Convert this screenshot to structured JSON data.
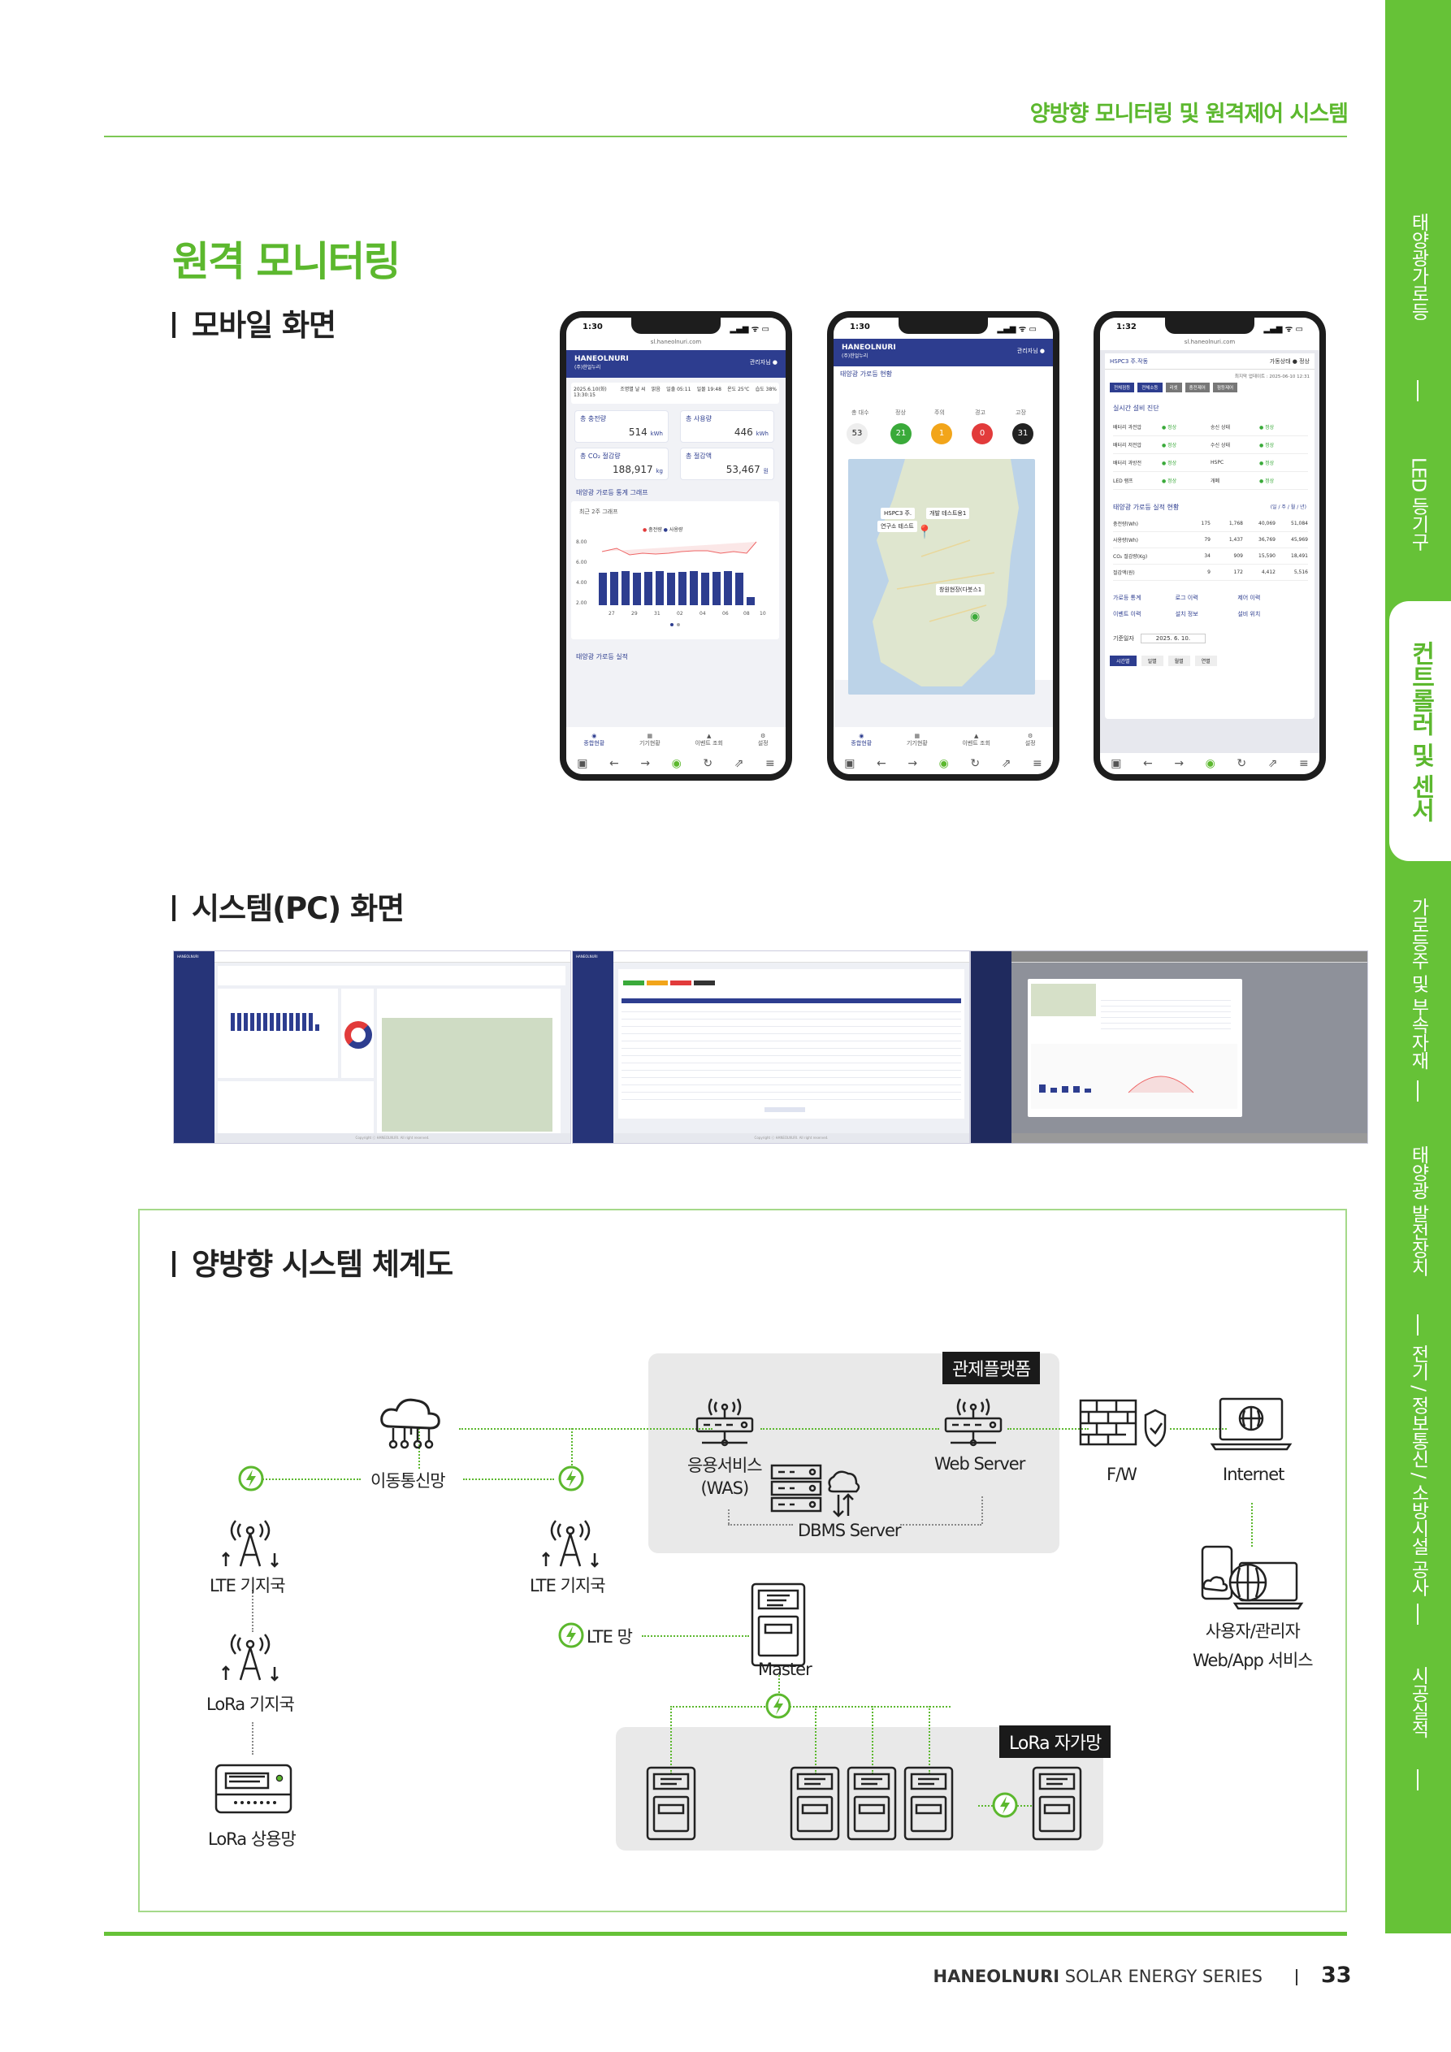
{
  "header": {
    "title": "양방향 모니터링 및 원격제어 시스템"
  },
  "sidebar": {
    "tabs": [
      "태양광가로등",
      "LED 등기구",
      "컨트롤러 및 센서",
      "가로등주 및 부속자재",
      "태양광 발전장치",
      "전기 / 정보통신 / 소방시설 공사",
      "시공실적"
    ]
  },
  "section_title": "원격 모니터링",
  "mobile": {
    "heading": "모바일 화면",
    "phone1": {
      "time": "1:30",
      "url": "sl.haneolnuri.com",
      "brand": "HANEOLNURI",
      "brand_sub": "(주)한얼누리",
      "user": "관리자님",
      "date": "2025.6.10(화) 13:30:15",
      "weather": [
        "조명별 날 씨",
        "맑음",
        "일출 05:11",
        "일몰 19:48",
        "온도 25℃",
        "습도 38%"
      ],
      "cards": [
        {
          "label": "총 충전량",
          "value": "514",
          "unit": "kWh"
        },
        {
          "label": "총 사용량",
          "value": "446",
          "unit": "kWh"
        },
        {
          "label": "총 CO₂ 절감량",
          "value": "188,917",
          "unit": "kg"
        },
        {
          "label": "총 절감액",
          "value": "53,467",
          "unit": "원"
        }
      ],
      "stats_title": "태양광 가로등 통계 그래프",
      "chart_title": "최근 2주 그래프",
      "legend": [
        "충전량",
        "사용량"
      ],
      "yticks": [
        "8.00",
        "6.00",
        "4.00",
        "2.00"
      ],
      "xticks": [
        "27",
        "29",
        "31",
        "02",
        "04",
        "06",
        "08",
        "10"
      ],
      "perf_title": "태양광 가로등 실적",
      "nav": [
        "종합현황",
        "기기현황",
        "이벤트 조회",
        "설정"
      ]
    },
    "phone2": {
      "time": "1:30",
      "brand": "HANEOLNURI",
      "brand_sub": "(주)한얼누리",
      "user": "관리자님",
      "title": "태양광 가로등 현황",
      "status_labels": [
        "총 대수",
        "정상",
        "주의",
        "경고",
        "고장"
      ],
      "status_values": [
        "53",
        "21",
        "1",
        "0",
        "31"
      ],
      "map_labels": [
        "HSPC3 주.",
        "개발 테스트용1",
        "연구소 테스트",
        "창원현장(다붓스1"
      ],
      "nav": [
        "종합현황",
        "기기현황",
        "이벤트 조회",
        "설정"
      ]
    },
    "phone3": {
      "time": "1:32",
      "url": "sl.haneolnuri.com",
      "device": "HSPC3 주.작동",
      "status": "가동상태 ● 정상",
      "updated": "최지막 업데이트 : 2025-06-10 12:31",
      "buttons": [
        "전체점등",
        "전체소등",
        "리셋",
        "충전제어",
        "점등제어"
      ],
      "diag_title": "실시간 설비 진단",
      "diag_rows": [
        [
          "배터리 과전압",
          "정상",
          "송신 상태",
          "정상"
        ],
        [
          "배터리 저전압",
          "정상",
          "수신 상태",
          "정상"
        ],
        [
          "배터리 과방전",
          "정상",
          "HSPC",
          "정상"
        ],
        [
          "LED 램프",
          "정상",
          "개폐",
          "정상"
        ]
      ],
      "perf_title": "태양광 가로등 실적 현황",
      "perf_cols": "(일 / 주 / 월 / 년)",
      "perf_rows": [
        [
          "충전량(Wh)",
          "175",
          "1,768",
          "40,069",
          "51,084"
        ],
        [
          "사용량(Wh)",
          "79",
          "1,437",
          "36,769",
          "45,969"
        ],
        [
          "CO₂ 절감량(Kg)",
          "34",
          "909",
          "15,590",
          "18,491"
        ],
        [
          "절감액(원)",
          "9",
          "172",
          "4,412",
          "5,516"
        ]
      ],
      "links": [
        "가로등 통계",
        "로그 이력",
        "제어 이력",
        "이벤트 이력",
        "설치 정보",
        "설비 위치"
      ],
      "date_label": "기준일자",
      "date": "2025. 6. 10.",
      "footer_btns": [
        "시간별",
        "일별",
        "월별",
        "연별"
      ]
    }
  },
  "pc": {
    "heading": "시스템(PC) 화면",
    "brand": "HANEOLNURI",
    "footer": "Copyright ⓒ HANEOLNURI. All right reserved."
  },
  "diagram": {
    "heading": "양방향 시스템 체계도",
    "control_platform": "관제플랫폼",
    "lora_network": "LoRa 자가망",
    "labels": {
      "mobile_net": "이동통신망",
      "lte1": "LTE 기지국",
      "lte2": "LTE 기지국",
      "lora_station": "LoRa 기지국",
      "lora_product": "LoRa 상용망",
      "was": "응용서비스\n(WAS)",
      "web": "Web Server",
      "dbms": "DBMS Server",
      "fw": "F/W",
      "internet": "Internet",
      "lte_net": "LTE 망",
      "master": "Master",
      "user": "사용자/관리자\nWeb/App 서비스"
    }
  },
  "footer": {
    "brand": "HANEOLNURI",
    "series": " SOLAR ENERGY SERIES",
    "page": "33"
  }
}
